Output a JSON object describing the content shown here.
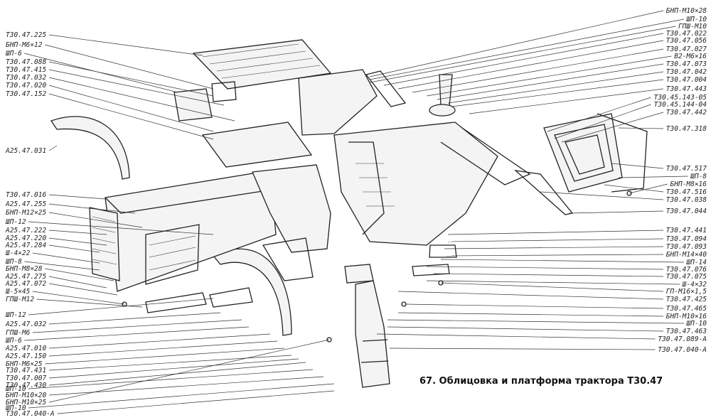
{
  "caption": "67. Облицовка и платформа трактора  Т30.47",
  "labels_left": [
    "Т30.47.225",
    "БНП-М6×12",
    "ШП-6",
    "Т30.47.088",
    "Т30.47.415",
    "Т30.47.032",
    "Т30.47.020",
    "Т30.47.152",
    "А25.47.031",
    "Т30.47.016",
    "А25.47.255",
    "БНП-М12×25",
    "ШП-12",
    "А25.47.222",
    "А25.47.220",
    "А25.47.284",
    "Ш-4×22",
    "ШП-8",
    "БНП-М8×28",
    "А25.47.275",
    "А25.47.072",
    "Ш-5×45",
    "ГПШ-М12",
    "ШП-12",
    "А25.47.032",
    "ГПШ-М6",
    "ШП-6",
    "А25.47.010",
    "А25.47.150",
    "БНП-М6×25",
    "Т30.47.431",
    "Т30.47.007",
    "Т30.47.430",
    "ШП-10",
    "БНП-М10×20",
    "БНП-М10×25",
    "ШП-10",
    "Т30.47.040-А"
  ],
  "labels_right": [
    "БНП-М10×28",
    "ШП-10",
    "ГПШ-М10",
    "Т30.47.022",
    "Т30.47.056",
    "Т30.47.027",
    "В2-М6×16",
    "Т30.47.073",
    "Т30.47.042",
    "Т30.47.004",
    "Т30.47.443",
    "Т30.45.143-05",
    "Т30.45.144-04",
    "Т30.47.442",
    "Т30.47.318",
    "Т30.47.517",
    "ШП-8",
    "БНП-М8×16",
    "Т30.47.516",
    "Т30.47.038",
    "Т30.47.044",
    "Т30.47.441",
    "Т30.47.094",
    "Т30.47.093",
    "БНП-М14×40",
    "ШП-14",
    "Т30.47.076",
    "Т30.47.075",
    "Ш-4×32",
    "ГП-М16×1,5",
    "Т30.47.425",
    "Т30.47.465",
    "БНП-М10×16",
    "ШП-10",
    "Т30.47.463",
    "Т30.47.089-А",
    "Т30.47.040-А"
  ]
}
